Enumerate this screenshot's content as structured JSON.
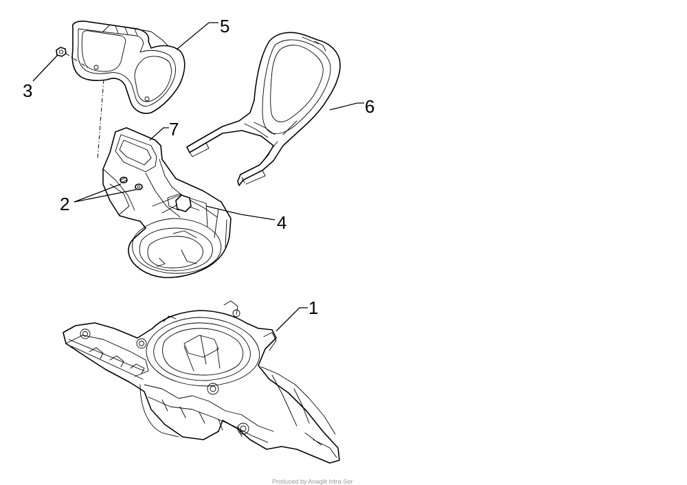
{
  "callouts": [
    {
      "id": "1",
      "label": "1"
    },
    {
      "id": "2",
      "label": "2"
    },
    {
      "id": "3",
      "label": "3"
    },
    {
      "id": "4",
      "label": "4"
    },
    {
      "id": "5",
      "label": "5"
    },
    {
      "id": "6",
      "label": "6"
    },
    {
      "id": "7",
      "label": "7"
    }
  ],
  "footer_text": "Produced by Anaqlit Intra-Ser"
}
